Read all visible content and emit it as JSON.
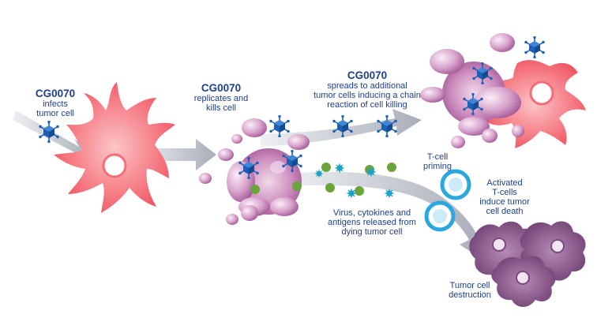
{
  "step1": {
    "title": "CG0070",
    "lines": [
      "infects",
      "tumor cell"
    ]
  },
  "step2": {
    "title": "CG0070",
    "lines": [
      "replicates and",
      "kills cell"
    ]
  },
  "step3": {
    "title": "CG0070",
    "lines": [
      "spreads to additional",
      "tumor cells inducing a chain",
      "reaction of cell killing"
    ]
  },
  "tcell_priming": {
    "lines": [
      "T-cell",
      "priming"
    ]
  },
  "activated": {
    "lines": [
      "Activated",
      "T-cells",
      "induce tumor",
      "cell death"
    ]
  },
  "release": {
    "lines": [
      "Virus, cytokines and",
      "antigens released from",
      "dying tumor cell"
    ]
  },
  "destruction": {
    "lines": [
      "Tumor cell",
      "destruction"
    ]
  },
  "colors": {
    "label_text": "#1e3f8a",
    "virus": "#1c5fb6",
    "tumor_cell": "#f25a68",
    "dying_cell": "#a95497",
    "destroyed_cell": "#7a4a7e",
    "tcell": "#2aa7de",
    "cytokine": "#19a3c8",
    "antigen": "#6aa43a",
    "arrow": "#b8bcc6"
  }
}
